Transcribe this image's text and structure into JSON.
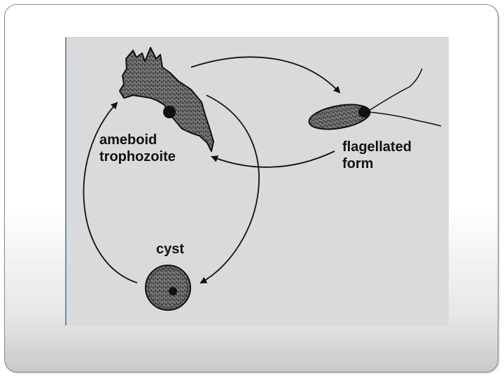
{
  "diagram": {
    "labels": {
      "ameboid_line1": "ameboid",
      "ameboid_line2": "trophozoite",
      "flagellated_line1": "flagellated",
      "flagellated_line2": "form",
      "cyst": "cyst"
    }
  },
  "colors": {
    "slide_background": "#ffffff",
    "panel_background": "#dadada",
    "panel_border": "#6d8fb3",
    "ink": "#111111"
  }
}
